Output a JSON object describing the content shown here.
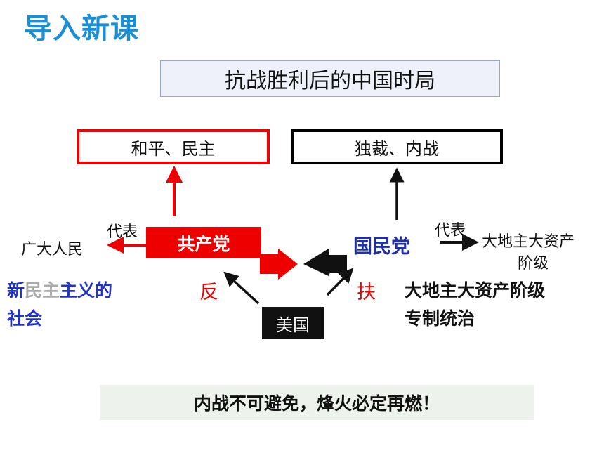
{
  "title": "导入新课",
  "topic": "抗战胜利后的中国时局",
  "boxes": {
    "peace": "和平、民主",
    "dictatorship": "独裁、内战"
  },
  "parties": {
    "cpc": "共产党",
    "kmt": "国民党",
    "usa": "美国"
  },
  "left": {
    "represent_label": "代表",
    "people": "广大人民",
    "society_line1": {
      "part1": "新",
      "part2": "民主",
      "part3": "主义的"
    },
    "society_line2": "社会"
  },
  "right": {
    "represent_label": "代表",
    "class_line1": "大地主大资产",
    "class_line2": "阶级",
    "rule_line1": "大地主大资产阶级",
    "rule_line2": "专制统治"
  },
  "us_actions": {
    "oppose": "反",
    "support": "扶"
  },
  "conclusion": "内战不可避免，烽火必定再燃！",
  "colors": {
    "title": "#1a8fd6",
    "red": "#ee0000",
    "navy": "#1f2fa8",
    "blue": "#2233cc",
    "grey": "#aaaaaa",
    "black": "#111111"
  }
}
